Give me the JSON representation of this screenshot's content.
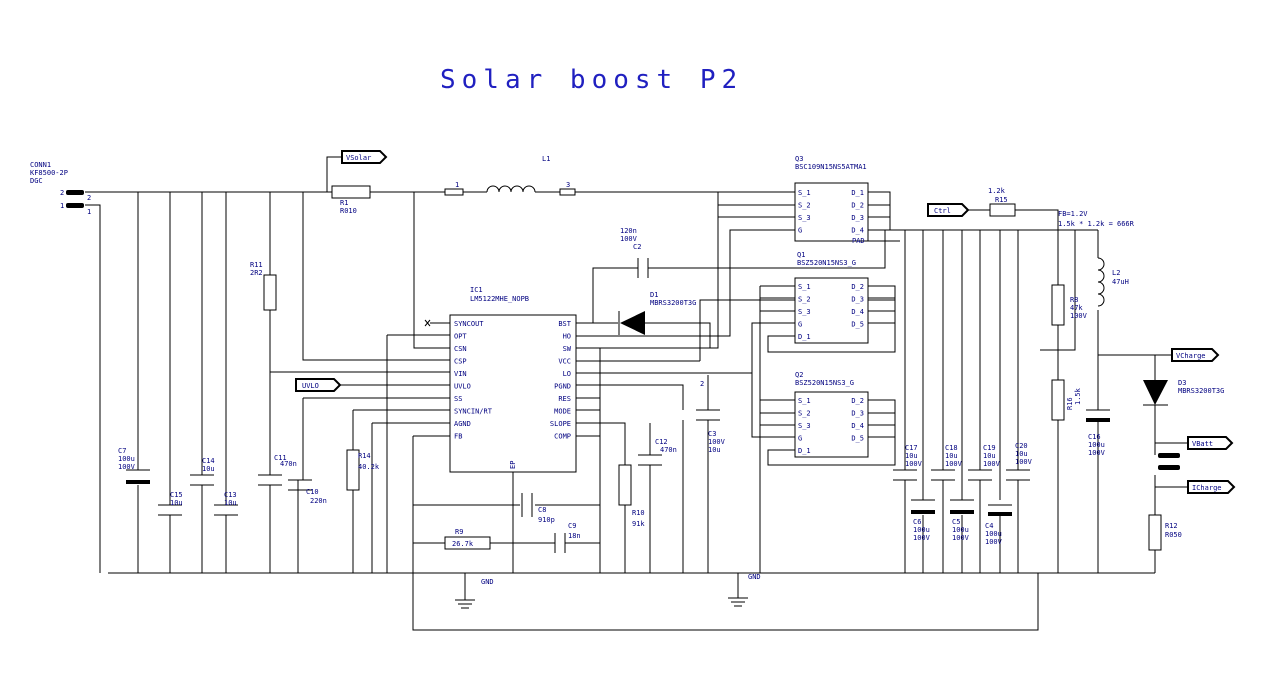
{
  "title": "Solar boost P2",
  "ic": {
    "ref": "IC1",
    "part": "LM5122MHE_NOPB",
    "left_pins": [
      "SYNCOUT",
      "OPT",
      "CSN",
      "CSP",
      "VIN",
      "UVLO",
      "SS",
      "SYNCIN/RT",
      "AGND",
      "FB"
    ],
    "right_pins": [
      "BST",
      "HO",
      "SW",
      "VCC",
      "LO",
      "PGND",
      "RES",
      "MODE",
      "SLOPE",
      "COMP"
    ],
    "ep": "EP"
  },
  "mosfets": [
    {
      "ref": "Q3",
      "part": "BSC109N15NS5ATMA1",
      "left": [
        "S_1",
        "S_2",
        "S_3",
        "G"
      ],
      "right": [
        "D_1",
        "D_2",
        "D_3",
        "D_4"
      ],
      "extra": "PAD"
    },
    {
      "ref": "Q1",
      "part": "BSZ520N15NS3_G",
      "left": [
        "S_1",
        "S_2",
        "S_3",
        "G",
        "D_1"
      ],
      "right": [
        "D_2",
        "D_3",
        "D_4",
        "D_5"
      ]
    },
    {
      "ref": "Q2",
      "part": "BSZ520N15NS3_G",
      "left": [
        "S_1",
        "S_2",
        "S_3",
        "G",
        "D_1"
      ],
      "right": [
        "D_2",
        "D_3",
        "D_4",
        "D_5"
      ]
    }
  ],
  "connector": {
    "ref": "CONN1",
    "part": "KF8500-2P",
    "extra": "DGC",
    "pin2": "2",
    "pin1": "1"
  },
  "nets": {
    "vsolar": "VSolar",
    "uvlo": "UVLO",
    "ctrl": "Ctrl",
    "vcharge": "VCharge",
    "vbatt": "VBatt",
    "icharge": "ICharge",
    "gnd": "GND"
  },
  "labels": {
    "R1": [
      "R1",
      "R010"
    ],
    "L1": [
      "L1"
    ],
    "L1_p1": "1",
    "L1_p3": "3",
    "R11": [
      "R11",
      "2R2"
    ],
    "C2": [
      "120n",
      "100V",
      "C2"
    ],
    "D1": [
      "D1",
      "MBRS3200T3G"
    ],
    "R15": [
      "1.2k",
      "R15"
    ],
    "fb": [
      "FB=1.2V",
      "1.5k * 1.2k = 666R"
    ],
    "L2": [
      "L2",
      "47uH"
    ],
    "R8": [
      "R8",
      "47k",
      "100V"
    ],
    "R16": [
      "R16",
      "1.5k"
    ],
    "D3": [
      "D3",
      "MBRS3200T3G"
    ],
    "C16": [
      "C16",
      "100u",
      "100V"
    ],
    "C7": [
      "C7",
      "100u",
      "100V"
    ],
    "C15": [
      "C15",
      "10u"
    ],
    "C14": [
      "C14",
      "10u"
    ],
    "C13": [
      "C13",
      "10u"
    ],
    "C11": [
      "C11",
      "470n"
    ],
    "C10": [
      "C10",
      "220n"
    ],
    "R14": [
      "R14",
      "40.2k"
    ],
    "C12": [
      "C12",
      "470n"
    ],
    "C3": [
      "C3",
      "100V",
      "10u"
    ],
    "C8": [
      "C8",
      "910p"
    ],
    "C9": [
      "C9",
      "18n"
    ],
    "R9": [
      "R9",
      "26.7k"
    ],
    "R10": [
      "R10",
      "91k"
    ],
    "C17": [
      "C17",
      "10u",
      "100V"
    ],
    "C18": [
      "C18",
      "10u",
      "100V"
    ],
    "C19": [
      "C19",
      "10u",
      "100V"
    ],
    "C20": [
      "C20",
      "10u",
      "100V"
    ],
    "C6": [
      "C6",
      "100u",
      "100V"
    ],
    "C5": [
      "C5",
      "100u",
      "100V"
    ],
    "C4": [
      "C4",
      "100u",
      "100V"
    ],
    "R12": [
      "R12",
      "R050"
    ],
    "nc_mark": "2"
  }
}
